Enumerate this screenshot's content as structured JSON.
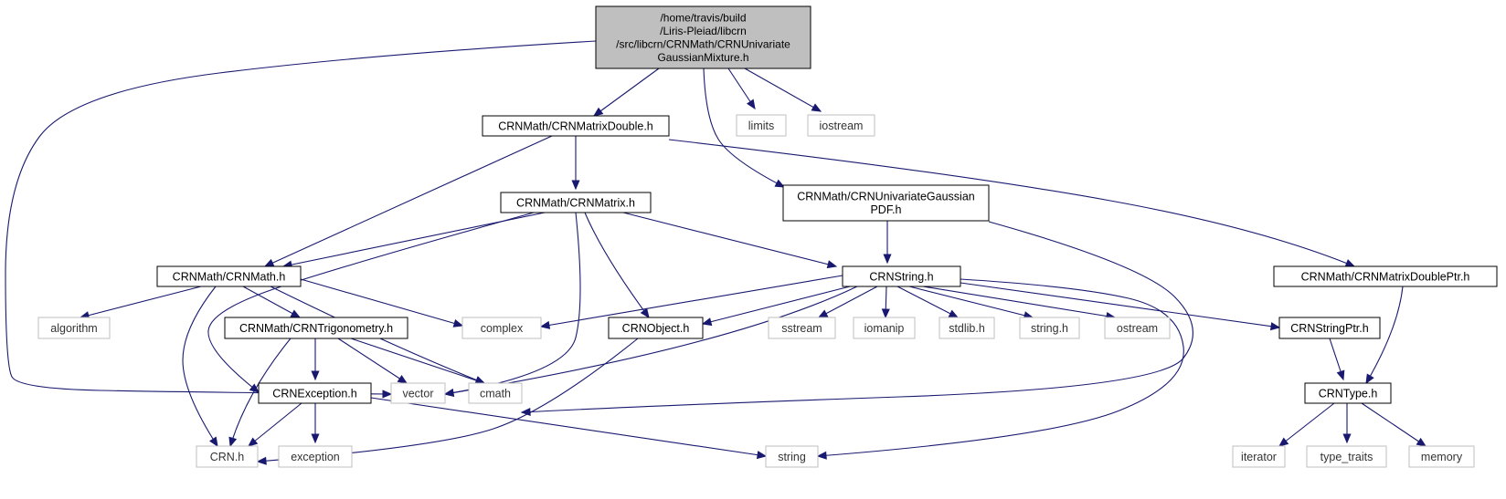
{
  "colors": {
    "edge": "#191970",
    "main_fill": "#bfbfbf",
    "node_border": "#000000",
    "system_border": "#bfbfbf"
  },
  "nodes": [
    {
      "id": "main",
      "kind": "main",
      "lines": [
        "/home/travis/build",
        "/Liris-Pleiad/libcrn",
        "/src/libcrn/CRNMath/CRNUnivariate",
        "GaussianMixture.h"
      ]
    },
    {
      "id": "matrixdouble",
      "kind": "local",
      "lines": [
        "CRNMath/CRNMatrixDouble.h"
      ]
    },
    {
      "id": "limits",
      "kind": "system",
      "lines": [
        "limits"
      ]
    },
    {
      "id": "iostream",
      "kind": "system",
      "lines": [
        "iostream"
      ]
    },
    {
      "id": "gausspdf",
      "kind": "local",
      "lines": [
        "CRNMath/CRNUnivariateGaussian",
        "PDF.h"
      ]
    },
    {
      "id": "matrix",
      "kind": "local",
      "lines": [
        "CRNMath/CRNMatrix.h"
      ]
    },
    {
      "id": "crnmath",
      "kind": "local",
      "lines": [
        "CRNMath/CRNMath.h"
      ]
    },
    {
      "id": "crnstring",
      "kind": "local",
      "lines": [
        "CRNString.h"
      ]
    },
    {
      "id": "matrixdoubleptr",
      "kind": "local",
      "lines": [
        "CRNMath/CRNMatrixDoublePtr.h"
      ]
    },
    {
      "id": "algorithm",
      "kind": "system",
      "lines": [
        "algorithm"
      ]
    },
    {
      "id": "trig",
      "kind": "local",
      "lines": [
        "CRNMath/CRNTrigonometry.h"
      ]
    },
    {
      "id": "complex",
      "kind": "system",
      "lines": [
        "complex"
      ]
    },
    {
      "id": "crnobject",
      "kind": "local",
      "lines": [
        "CRNObject.h"
      ]
    },
    {
      "id": "sstream",
      "kind": "system",
      "lines": [
        "sstream"
      ]
    },
    {
      "id": "iomanip",
      "kind": "system",
      "lines": [
        "iomanip"
      ]
    },
    {
      "id": "stdlib",
      "kind": "system",
      "lines": [
        "stdlib.h"
      ]
    },
    {
      "id": "stringh",
      "kind": "system",
      "lines": [
        "string.h"
      ]
    },
    {
      "id": "ostream",
      "kind": "system",
      "lines": [
        "ostream"
      ]
    },
    {
      "id": "stringptr",
      "kind": "local",
      "lines": [
        "CRNStringPtr.h"
      ]
    },
    {
      "id": "exception_h",
      "kind": "local",
      "lines": [
        "CRNException.h"
      ]
    },
    {
      "id": "vector",
      "kind": "system",
      "lines": [
        "vector"
      ]
    },
    {
      "id": "cmath",
      "kind": "system",
      "lines": [
        "cmath"
      ]
    },
    {
      "id": "crntype",
      "kind": "local",
      "lines": [
        "CRNType.h"
      ]
    },
    {
      "id": "crnh",
      "kind": "system",
      "lines": [
        "CRN.h"
      ]
    },
    {
      "id": "exception",
      "kind": "system",
      "lines": [
        "exception"
      ]
    },
    {
      "id": "string",
      "kind": "system",
      "lines": [
        "string"
      ]
    },
    {
      "id": "iterator",
      "kind": "system",
      "lines": [
        "iterator"
      ]
    },
    {
      "id": "type_traits",
      "kind": "system",
      "lines": [
        "type_traits"
      ]
    },
    {
      "id": "memory",
      "kind": "system",
      "lines": [
        "memory"
      ]
    }
  ],
  "edges": [
    {
      "from": "main",
      "to": "vector"
    },
    {
      "from": "main",
      "to": "matrixdouble"
    },
    {
      "from": "main",
      "to": "gausspdf"
    },
    {
      "from": "main",
      "to": "limits"
    },
    {
      "from": "main",
      "to": "iostream"
    },
    {
      "from": "matrixdouble",
      "to": "crnmath"
    },
    {
      "from": "matrixdouble",
      "to": "matrix"
    },
    {
      "from": "matrixdouble",
      "to": "matrixdoubleptr"
    },
    {
      "from": "gausspdf",
      "to": "crnstring"
    },
    {
      "from": "gausspdf",
      "to": "cmath"
    },
    {
      "from": "matrix",
      "to": "crnmath"
    },
    {
      "from": "matrix",
      "to": "exception_h"
    },
    {
      "from": "matrix",
      "to": "vector"
    },
    {
      "from": "matrix",
      "to": "crnobject"
    },
    {
      "from": "matrix",
      "to": "crnstring"
    },
    {
      "from": "crnmath",
      "to": "algorithm"
    },
    {
      "from": "crnmath",
      "to": "crnh"
    },
    {
      "from": "crnmath",
      "to": "trig"
    },
    {
      "from": "crnmath",
      "to": "cmath"
    },
    {
      "from": "crnmath",
      "to": "complex"
    },
    {
      "from": "crnstring",
      "to": "complex"
    },
    {
      "from": "crnstring",
      "to": "crnobject"
    },
    {
      "from": "crnstring",
      "to": "vector"
    },
    {
      "from": "crnstring",
      "to": "sstream"
    },
    {
      "from": "crnstring",
      "to": "iomanip"
    },
    {
      "from": "crnstring",
      "to": "stdlib"
    },
    {
      "from": "crnstring",
      "to": "stringh"
    },
    {
      "from": "crnstring",
      "to": "ostream"
    },
    {
      "from": "crnstring",
      "to": "stringptr"
    },
    {
      "from": "crnstring",
      "to": "string"
    },
    {
      "from": "trig",
      "to": "crnh"
    },
    {
      "from": "trig",
      "to": "exception_h"
    },
    {
      "from": "trig",
      "to": "vector"
    },
    {
      "from": "trig",
      "to": "cmath"
    },
    {
      "from": "crnobject",
      "to": "crnh"
    },
    {
      "from": "exception_h",
      "to": "crnh"
    },
    {
      "from": "exception_h",
      "to": "exception"
    },
    {
      "from": "exception_h",
      "to": "string"
    },
    {
      "from": "matrixdoubleptr",
      "to": "crntype"
    },
    {
      "from": "stringptr",
      "to": "crntype"
    },
    {
      "from": "crntype",
      "to": "iterator"
    },
    {
      "from": "crntype",
      "to": "type_traits"
    },
    {
      "from": "crntype",
      "to": "memory"
    }
  ]
}
